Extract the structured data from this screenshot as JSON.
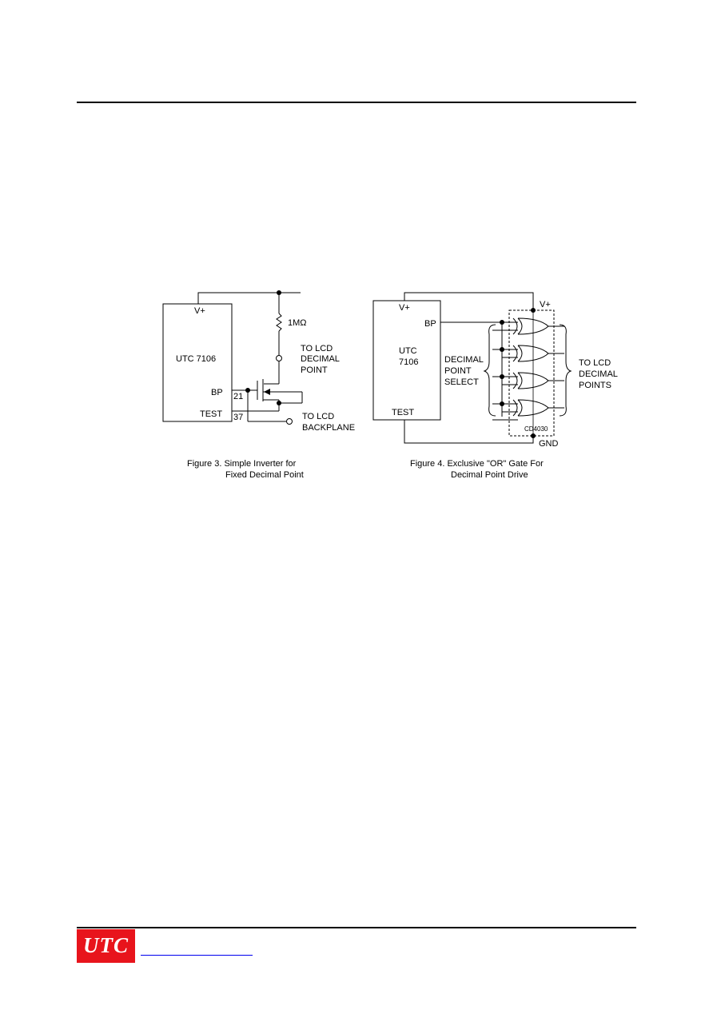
{
  "figure3": {
    "chip_supply": "V+",
    "chip_name": "UTC 7106",
    "pin_bp": "BP",
    "pin_test": "TEST",
    "pin_num_bp": "21",
    "pin_num_test": "37",
    "resistor": "1MΩ",
    "out_decimal": [
      "TO LCD",
      "DECIMAL",
      "POINT"
    ],
    "out_backplane": [
      "TO LCD",
      "BACKPLANE"
    ],
    "caption": [
      "Figure 3. Simple Inverter for",
      "Fixed Decimal Point"
    ]
  },
  "figure4": {
    "chip_supply": "V+",
    "chip_name": [
      "UTC",
      "7106"
    ],
    "pin_bp": "BP",
    "pin_test": "TEST",
    "select_label": [
      "DECIMAL",
      "POINT",
      "SELECT"
    ],
    "supply_label": "V+",
    "gnd_label": "GND",
    "gate_ic": "CD4030",
    "outputs_label": [
      "TO LCD",
      "DECIMAL",
      "POINTS"
    ],
    "caption": [
      "Figure 4. Exclusive \"OR\" Gate For",
      "Decimal Point Drive"
    ]
  },
  "footer": {
    "logo_text": "UTC"
  }
}
